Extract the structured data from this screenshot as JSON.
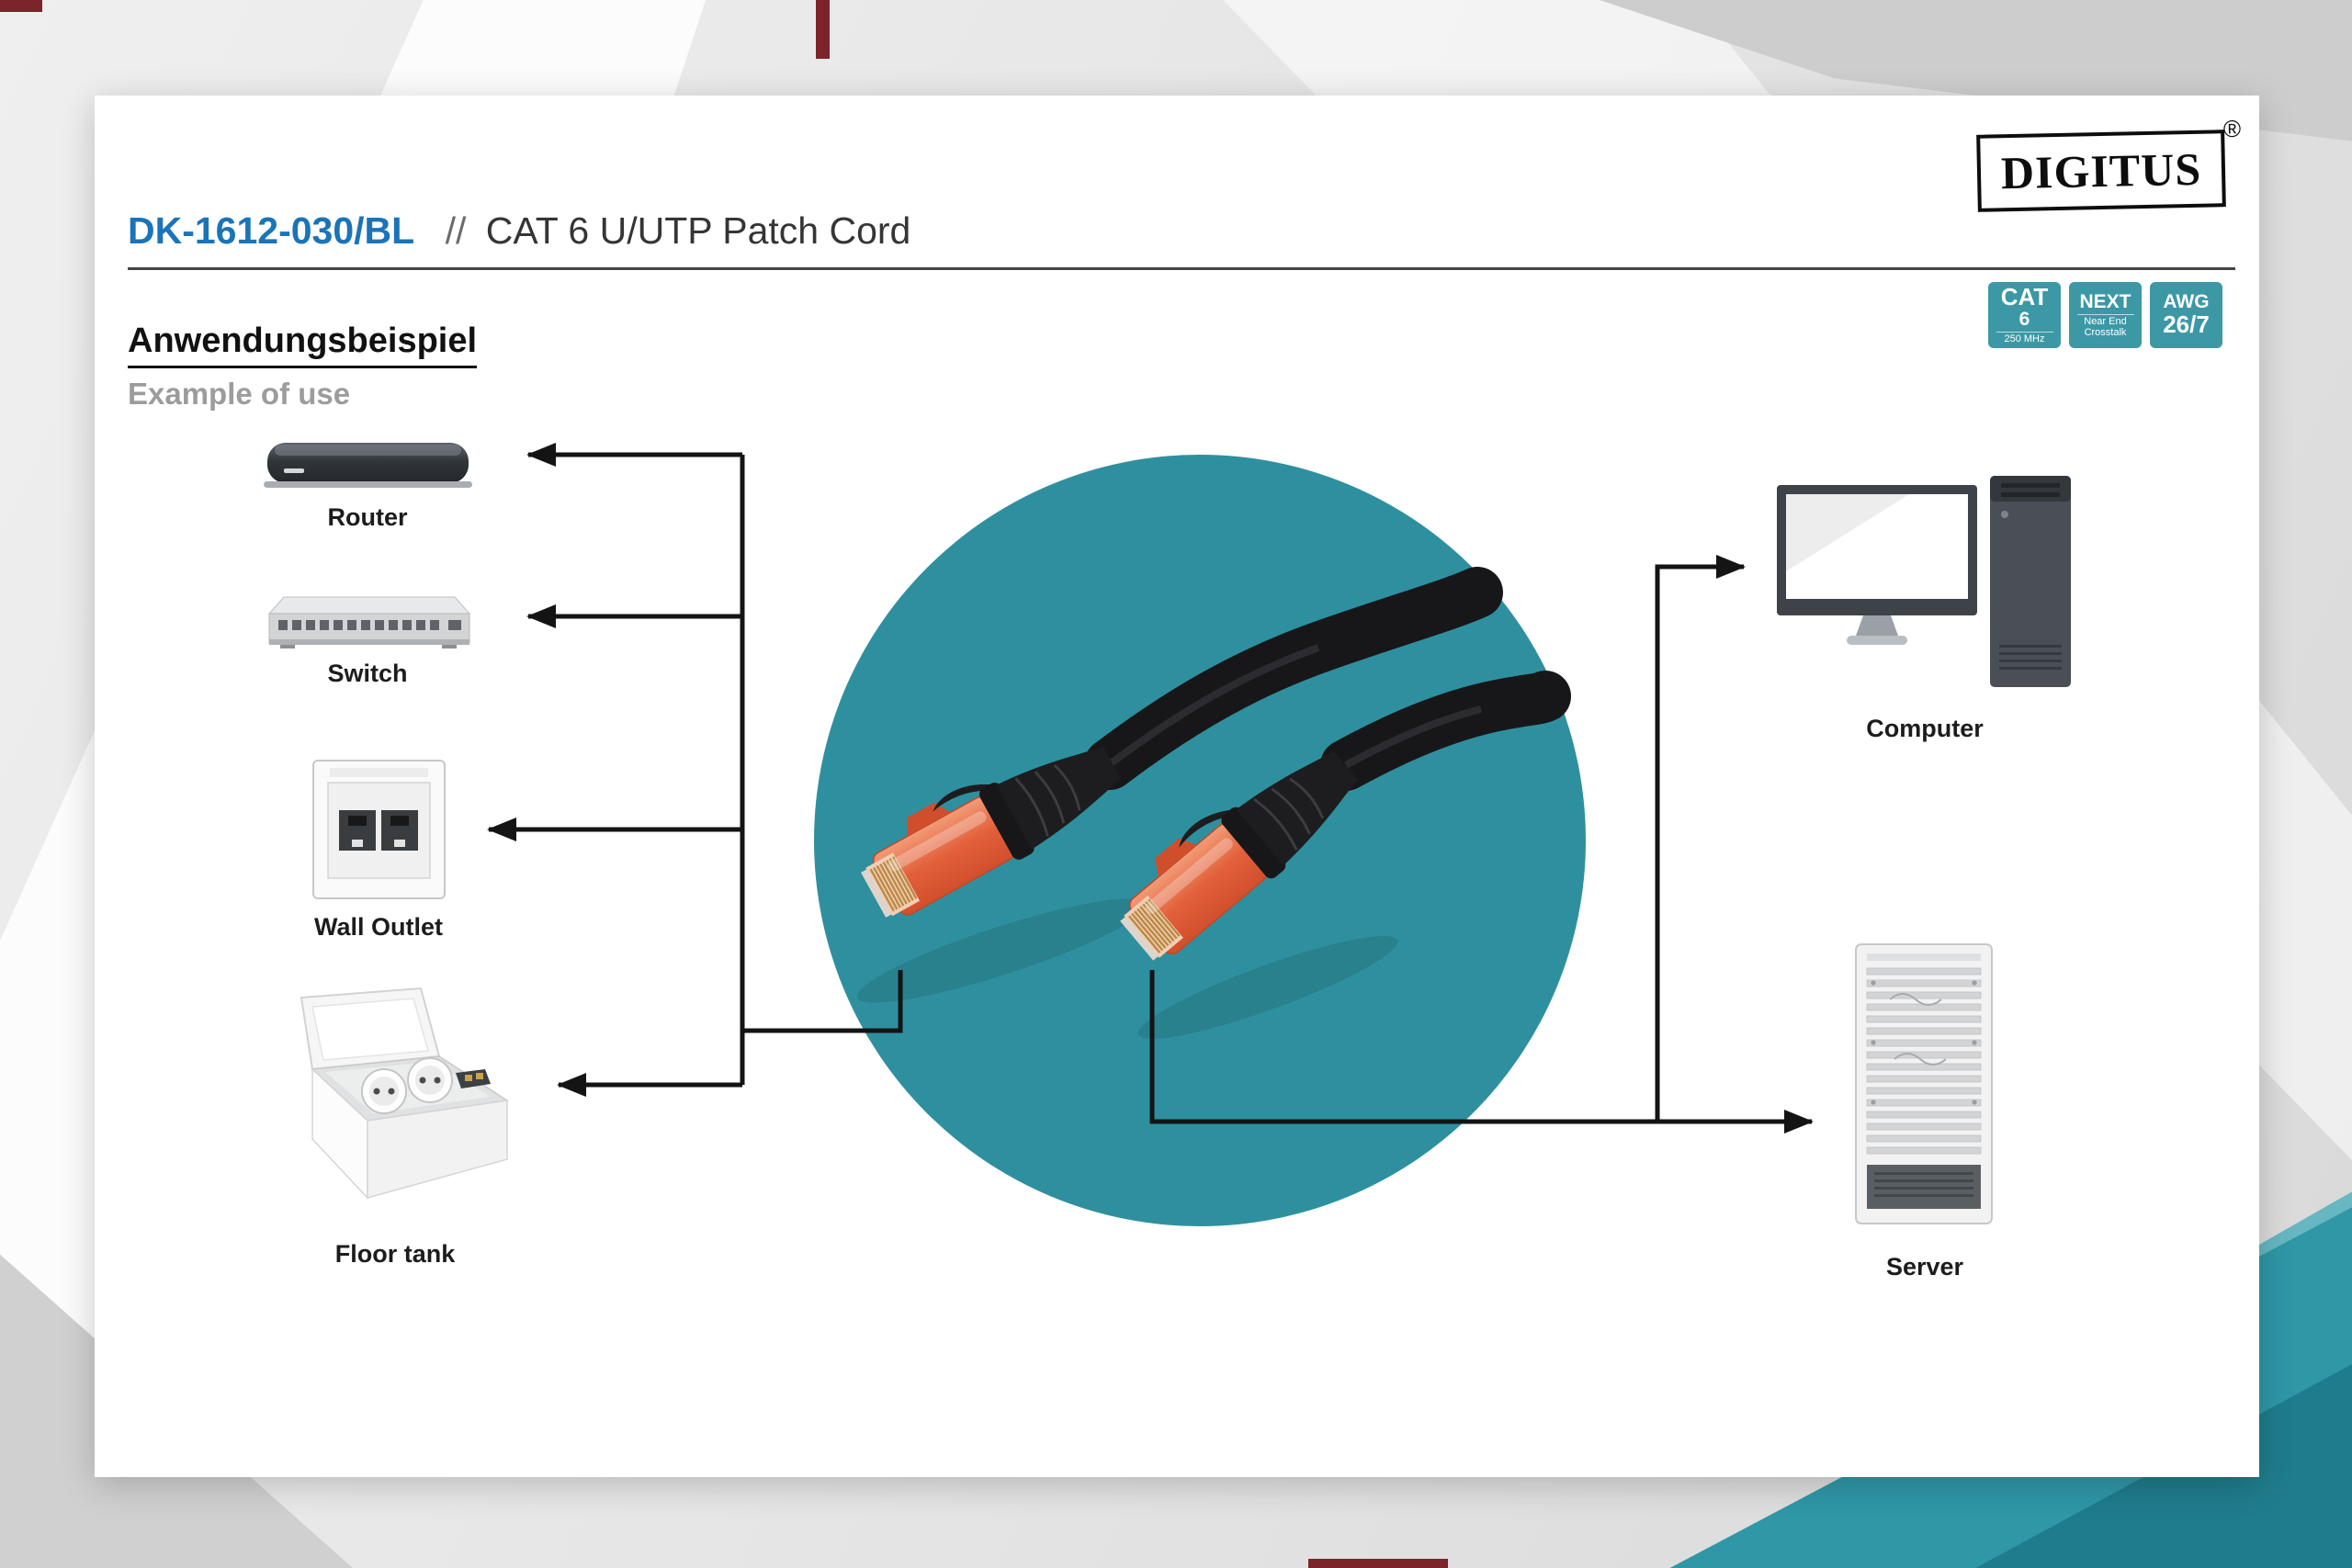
{
  "brand": {
    "logo_text": "DIGITUS",
    "registered_mark": "®"
  },
  "header": {
    "product_code": "DK-1612-030/BL",
    "separator": "//",
    "product_name": "CAT 6 U/UTP Patch Cord"
  },
  "section": {
    "heading_de": "Anwendungsbeispiel",
    "heading_en": "Example of use"
  },
  "badges": {
    "cat": {
      "line1": "CAT",
      "line2": "6",
      "line3": "250 MHz"
    },
    "next": {
      "line1": "NEXT",
      "line2": "Near End",
      "line3": "Crosstalk"
    },
    "awg": {
      "line1": "AWG",
      "line2": "26/7"
    }
  },
  "diagram": {
    "devices_left": [
      {
        "label": "Router"
      },
      {
        "label": "Switch"
      },
      {
        "label": "Wall Outlet"
      },
      {
        "label": "Floor tank"
      }
    ],
    "devices_right": [
      {
        "label": "Computer"
      },
      {
        "label": "Server"
      }
    ]
  },
  "colors": {
    "teal_circle": "#2E909F",
    "badge_teal": "#3D98A6",
    "title_blue": "#1B74B8",
    "accent_maroon": "#7B2429"
  }
}
